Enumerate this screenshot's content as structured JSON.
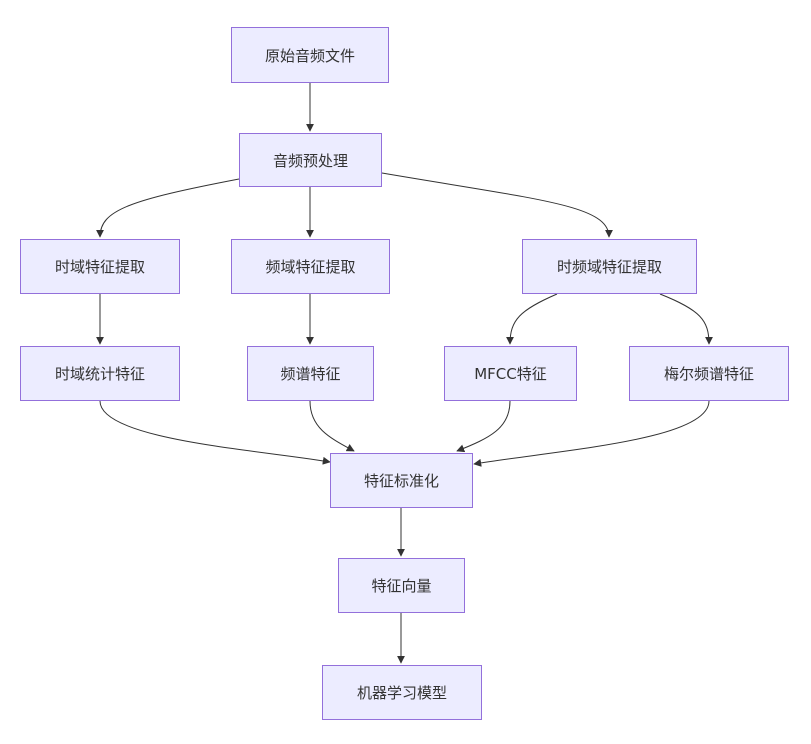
{
  "nodes": {
    "raw_audio": "原始音频文件",
    "preprocess": "音频预处理",
    "time_extract": "时域特征提取",
    "freq_extract": "频域特征提取",
    "tf_extract": "时频域特征提取",
    "time_stats": "时域统计特征",
    "spectral": "频谱特征",
    "mfcc": "MFCC特征",
    "mel": "梅尔频谱特征",
    "normalize": "特征标准化",
    "vector": "特征向量",
    "ml_model": "机器学习模型"
  },
  "edges": [
    [
      "raw_audio",
      "preprocess"
    ],
    [
      "preprocess",
      "time_extract"
    ],
    [
      "preprocess",
      "freq_extract"
    ],
    [
      "preprocess",
      "tf_extract"
    ],
    [
      "time_extract",
      "time_stats"
    ],
    [
      "freq_extract",
      "spectral"
    ],
    [
      "tf_extract",
      "mfcc"
    ],
    [
      "tf_extract",
      "mel"
    ],
    [
      "time_stats",
      "normalize"
    ],
    [
      "spectral",
      "normalize"
    ],
    [
      "mfcc",
      "normalize"
    ],
    [
      "mel",
      "normalize"
    ],
    [
      "normalize",
      "vector"
    ],
    [
      "vector",
      "ml_model"
    ]
  ],
  "colors": {
    "node_fill": "#ececff",
    "node_border": "#9370db",
    "edge": "#333333"
  }
}
